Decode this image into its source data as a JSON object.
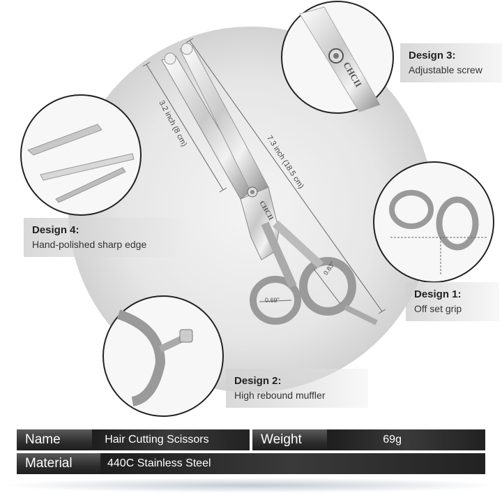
{
  "brand": {
    "logo_text": "CHCII"
  },
  "dimensions": {
    "blade_length": "3.2 inch (8 cm)",
    "total_length": "7.3 inch (18.5 cm)",
    "ring_small": "0.69\"",
    "ring_large": "0.83\""
  },
  "callouts": [
    {
      "title": "Design 3:",
      "subtitle": "Adjustable screw"
    },
    {
      "title": "Design 4:",
      "subtitle": "Hand-polished sharp edge"
    },
    {
      "title": "Design 1:",
      "subtitle": "Off set grip"
    },
    {
      "title": "Design 2:",
      "subtitle": "High rebound muffler"
    }
  ],
  "specs": {
    "name_label": "Name",
    "name_value": "Hair Cutting Scissors",
    "weight_label": "Weight",
    "weight_value": "69g",
    "material_label": "Material",
    "material_value": "440C Stainless Steel"
  }
}
